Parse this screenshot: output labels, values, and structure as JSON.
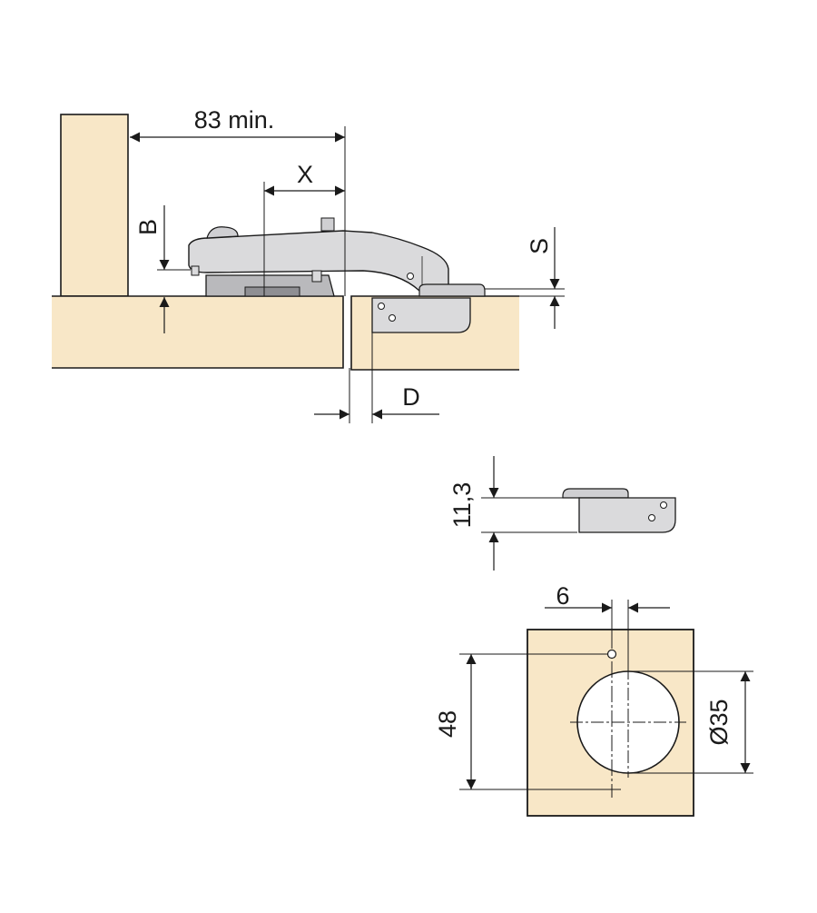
{
  "colors": {
    "wood": "#f8e7c7",
    "metal": "#dadadc",
    "metal_dark": "#b9b9bc",
    "line": "#1a1a1a"
  },
  "labels": {
    "min_distance": "83 min.",
    "x": "X",
    "b": "B",
    "s": "S",
    "d": "D",
    "plate_height": "11,3",
    "offset": "6",
    "bore_spacing": "48",
    "cup_diameter": "Ø35"
  }
}
